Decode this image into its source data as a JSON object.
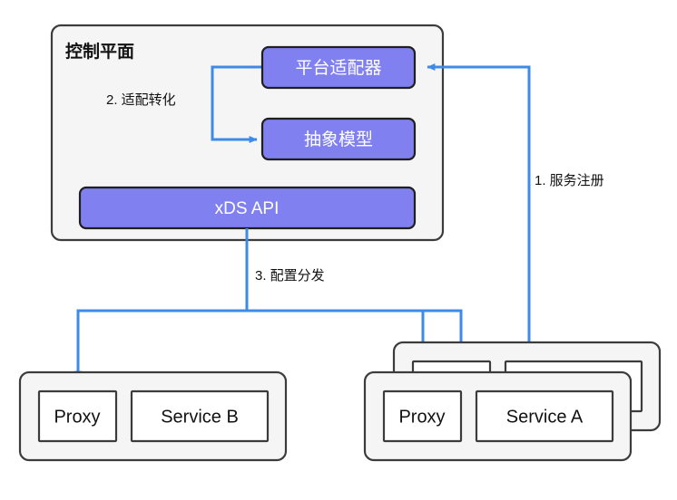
{
  "diagram": {
    "title": "控制平面",
    "colors": {
      "accent": "#8080f0",
      "flow": "#3d8ae8",
      "group_fill": "#f5f5f5",
      "border": "#3c3c3c",
      "background": "#ffffff"
    },
    "control_plane": {
      "title": "控制平面",
      "components": [
        {
          "id": "platform-adapter",
          "label": "平台适配器"
        },
        {
          "id": "abstract-model",
          "label": "抽象模型"
        },
        {
          "id": "xds-api",
          "label": "xDS API"
        }
      ]
    },
    "workloads": [
      {
        "id": "workload-b",
        "stacked": false,
        "boxes": [
          {
            "id": "proxy-b",
            "label": "Proxy"
          },
          {
            "id": "service-b",
            "label": "Service B"
          }
        ]
      },
      {
        "id": "workload-a",
        "stacked": true,
        "boxes": [
          {
            "id": "proxy-a",
            "label": "Proxy"
          },
          {
            "id": "service-a",
            "label": "Service A"
          }
        ]
      }
    ],
    "flows": [
      {
        "id": "flow-1",
        "label": "1. 服务注册",
        "from": "service-a",
        "to": "platform-adapter"
      },
      {
        "id": "flow-2",
        "label": "2. 适配转化",
        "from": "platform-adapter",
        "to": "abstract-model"
      },
      {
        "id": "flow-3",
        "label": "3. 配置分发",
        "from": "xds-api",
        "to": "proxies"
      }
    ]
  }
}
